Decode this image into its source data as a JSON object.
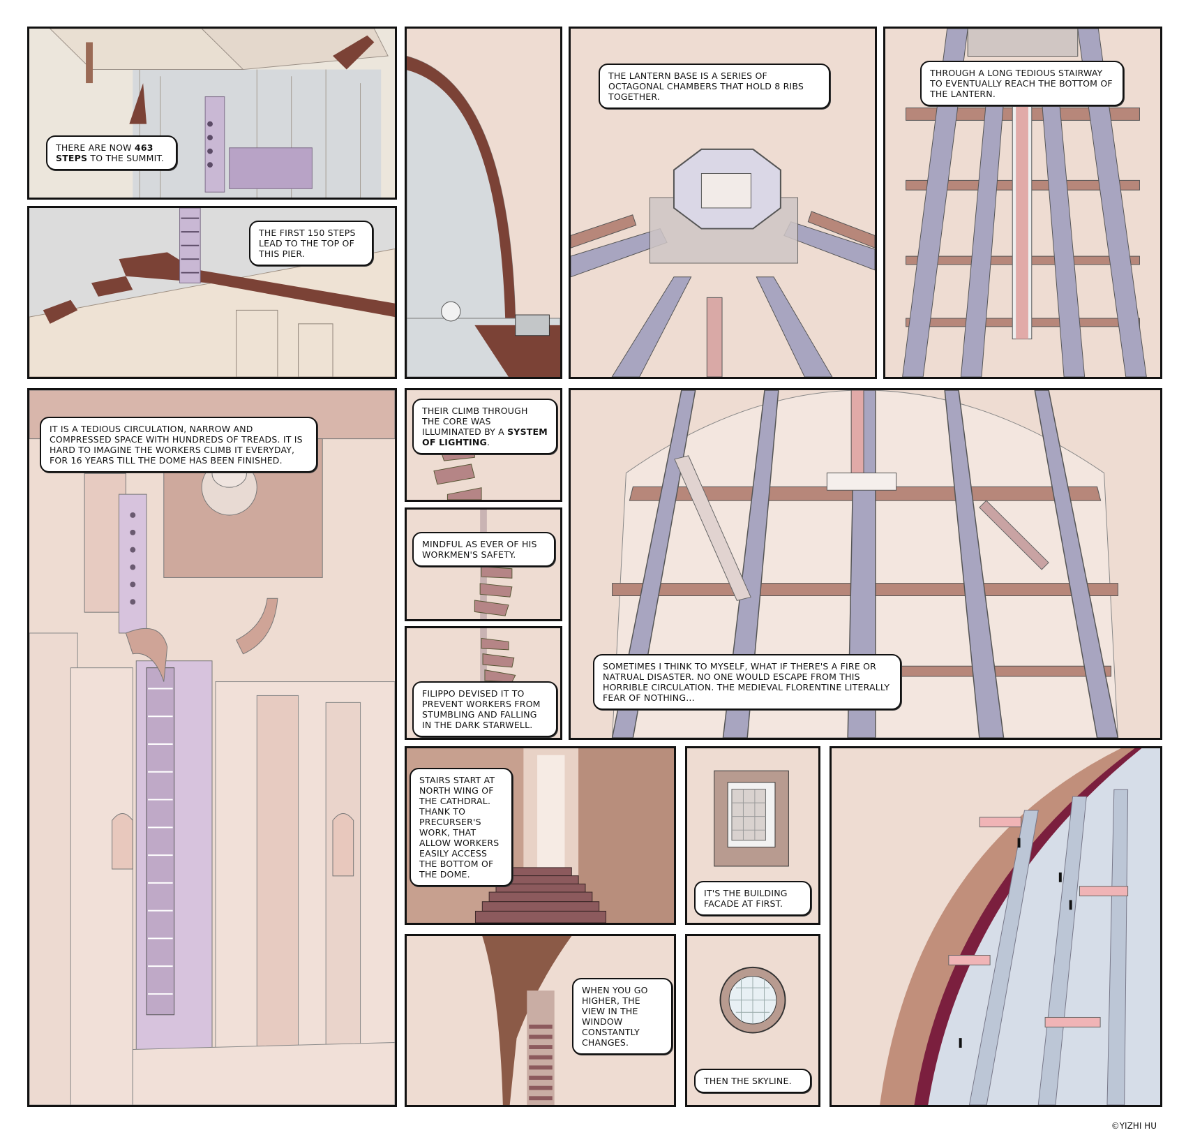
{
  "panels": {
    "p1": {
      "line1": "THERE ARE NOW ",
      "bold1": "463",
      "bold2": "STEPS",
      "line2": " TO THE SUMMIT."
    },
    "p2": {
      "text": "THE FIRST 150 STEPS LEAD TO THE TOP OF THIS PIER."
    },
    "p4": {
      "text": "THE LANTERN BASE IS A SERIES OF OCTAGONAL CHAMBERS THAT HOLD 8 RIBS TOGETHER."
    },
    "p5": {
      "text": "THROUGH A LONG TEDIOUS STAIRWAY TO EVENTUALLY REACH THE BOTTOM OF THE LANTERN."
    },
    "p6": {
      "text": "IT IS A TEDIOUS CIRCULATION, NARROW AND COMPRESSED SPACE WITH HUNDREDS OF TREADS. IT IS HARD TO IMAGINE THE WORKERS CLIMB IT EVERYDAY, FOR 16 YEARS TILL THE DOME HAS BEEN FINISHED."
    },
    "p7": {
      "text": "THEIR CLIMB THROUGH THE CORE WAS ILLUMINATED BY A ",
      "bold": "SYSTEM OF LIGHTING",
      "end": "."
    },
    "p8": {
      "text": "MINDFUL AS EVER OF HIS WORKMEN'S SAFETY."
    },
    "p9": {
      "text": "FILIPPO DEVISED IT TO PREVENT WORKERS FROM STUMBLING AND FALLING IN THE DARK STARWELL."
    },
    "p10": {
      "text": "SOMETIMES I THINK TO MYSELF, WHAT IF THERE'S A FIRE OR NATRUAL DISASTER. NO ONE WOULD ESCAPE FROM THIS HORRIBLE CIRCULATION. THE MEDIEVAL FLORENTINE LITERALLY FEAR OF NOTHING..."
    },
    "p11": {
      "text": "STAIRS START AT NORTH WING OF THE CATHDRAL. THANK TO PRECURSER'S WORK, THAT ALLOW WORKERS EASILY ACCESS THE BOTTOM OF THE DOME."
    },
    "p12": {
      "text": "IT'S THE BUILDING FACADE AT FIRST."
    },
    "p14": {
      "text": "WHEN YOU GO HIGHER, THE VIEW IN THE WINDOW CONSTANTLY CHANGES."
    },
    "p15": {
      "text": "THEN THE SKYLINE."
    }
  },
  "credit": "©YIZHI HU",
  "colors": {
    "brick": "#7b4236",
    "rib": "#a8a5c0",
    "pink": "#eedcd2",
    "wall": "#dcbfb3",
    "gray": "#d4d8dc",
    "lavender": "#c9b8d4"
  }
}
